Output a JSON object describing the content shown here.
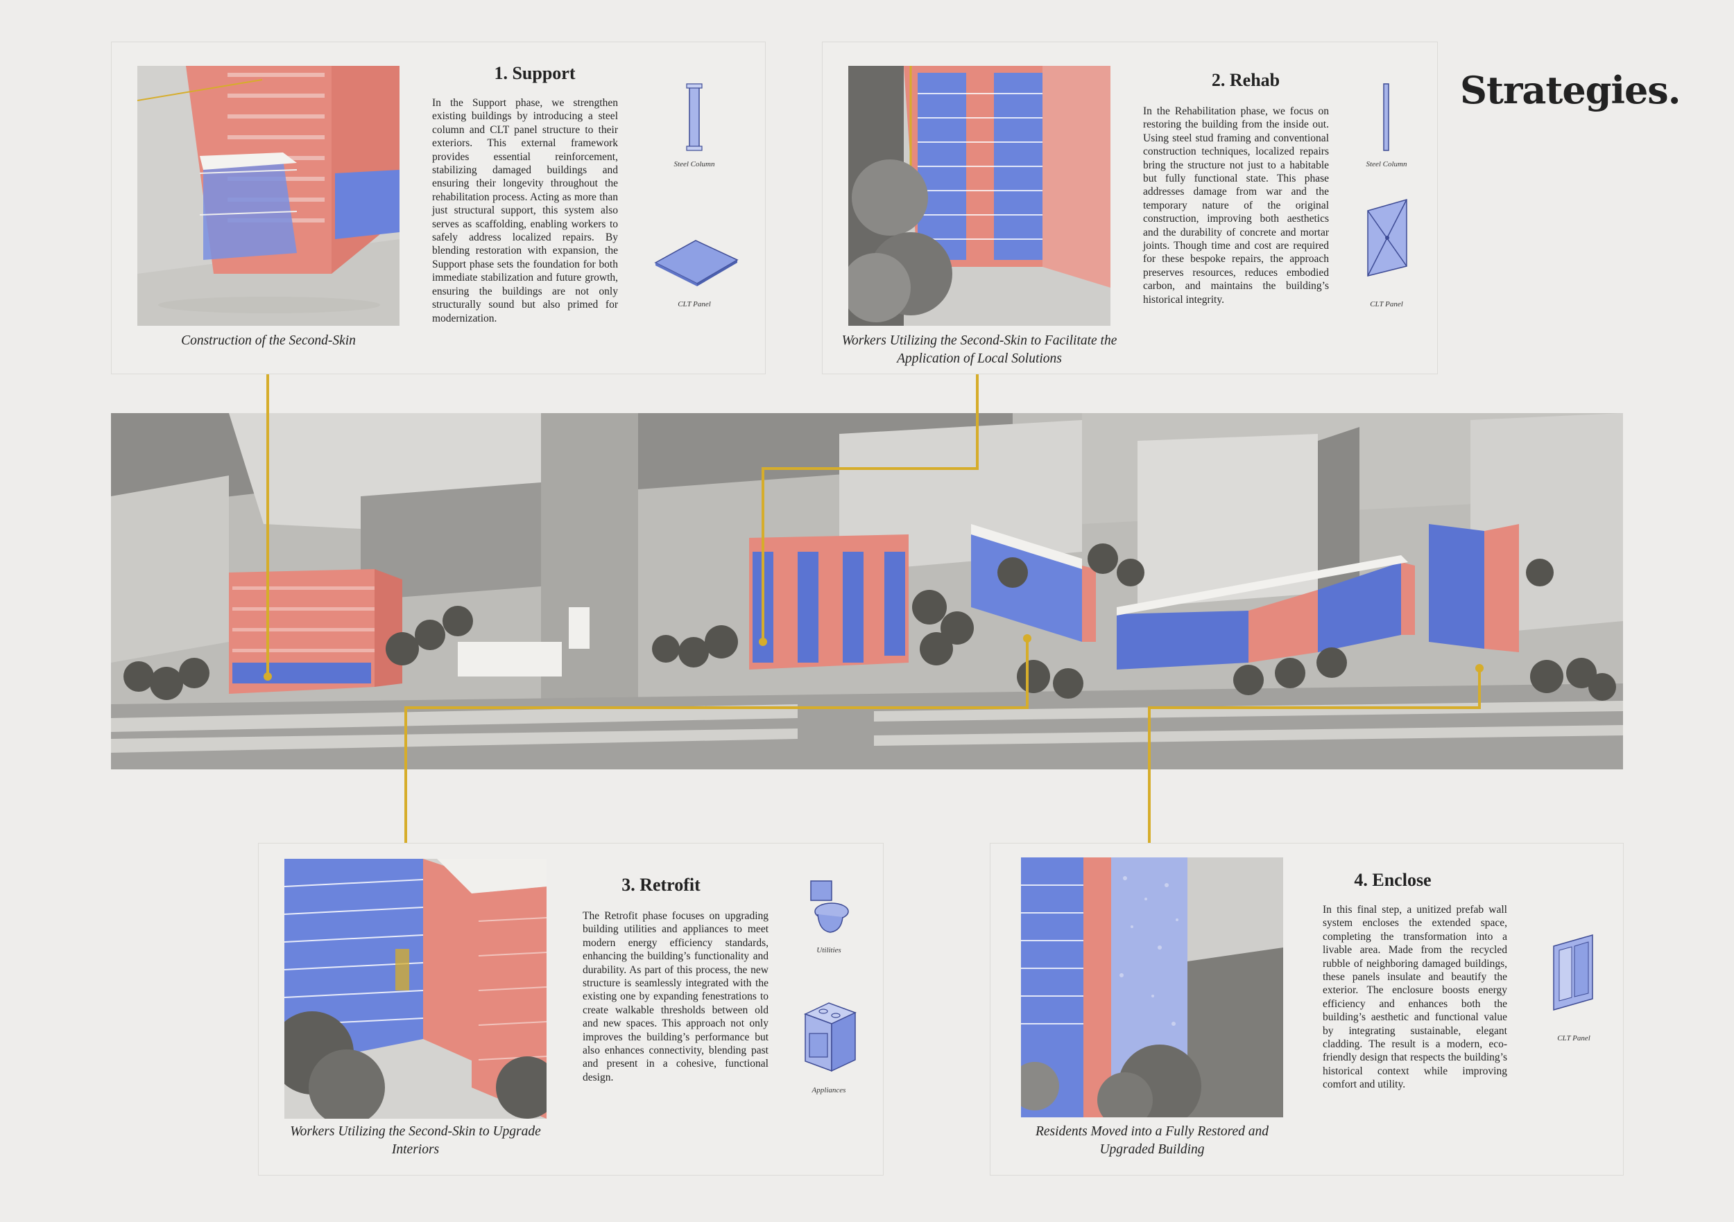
{
  "page": {
    "title": "Strategies."
  },
  "colors": {
    "accent": "#d6ad2b",
    "red": "#e58a7e",
    "blue": "#5b74d2",
    "panel": "#efeeec"
  },
  "panels": [
    {
      "title": "1. Support",
      "body": "In the Support phase, we strengthen existing buildings by introducing a steel column and CLT panel structure to their exteriors. This external framework provides essential reinforcement, stabilizing damaged buildings and ensuring their longevity throughout the rehabilitation process. Acting as more than just structural support, this system also serves as scaffolding, enabling workers to safely address localized repairs. By blending restoration with expansion, the Support phase sets the foundation for both immediate stabilization and future growth, ensuring the buildings are not only structurally sound but also primed for modernization.",
      "caption": "Construction of the Second-Skin",
      "icons": [
        {
          "name": "steel-column-icon",
          "label": "Steel Column"
        },
        {
          "name": "clt-panel-icon",
          "label": "CLT Panel"
        }
      ]
    },
    {
      "title": "2. Rehab",
      "body": "In the Rehabilitation phase, we focus on restoring the building from the inside out. Using steel stud framing and conventional construction techniques, localized repairs bring the structure not just to a habitable but fully functional state. This phase addresses damage from war and the temporary nature of the original construction, improving both aesthetics and the durability of concrete and mortar joints. Though time and cost are required for these bespoke repairs, the approach preserves resources, reduces embodied carbon, and maintains the building’s historical integrity.",
      "caption": "Workers Utilizing the Second-Skin to Facilitate the Application of Local Solutions",
      "icons": [
        {
          "name": "steel-column-icon",
          "label": "Steel Column"
        },
        {
          "name": "clt-panel-icon",
          "label": "CLT Panel"
        }
      ]
    },
    {
      "title": "3. Retrofit",
      "body": "The Retrofit phase focuses on upgrading building utilities and appliances to meet modern energy efficiency standards, enhancing the building’s functionality and durability. As part of this process, the new structure is seamlessly integrated with the existing one by expanding fenestrations to create walkable thresholds between old and new spaces. This approach not only improves the building’s performance but also enhances connectivity, blending past and present in a cohesive, functional design.",
      "caption": "Workers Utilizing the Second-Skin to Upgrade Interiors",
      "icons": [
        {
          "name": "toilet-icon",
          "label": "Utilities"
        },
        {
          "name": "stove-icon",
          "label": "Appliances"
        }
      ]
    },
    {
      "title": "4. Enclose",
      "body": "In this final step, a unitized prefab wall system encloses the extended space, completing the transformation into a livable area. Made from the recycled rubble of neighboring damaged buildings, these panels insulate and beautify the exterior. The enclosure boosts energy efficiency and enhances both the building’s aesthetic and functional value by integrating sustainable, elegant cladding. The result is a modern, eco-friendly design that respects the building’s historical context while improving comfort and utility.",
      "caption": "Residents Moved into a Fully Restored and Upgraded Building",
      "icons": [
        {
          "name": "clt-panel-icon",
          "label": "CLT Panel"
        }
      ]
    }
  ]
}
